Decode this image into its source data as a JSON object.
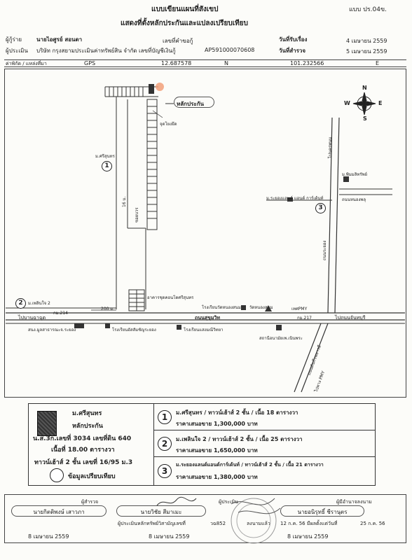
{
  "header": {
    "title1": "แบบเขียนแผนที่สังเขป",
    "title2": "แสดงที่ตั้งหลักประกันและแปลงเปรียบเทียบ",
    "form_code": "แบบ ปร.04ข.",
    "borrower_label": "ผู้กู้ร่าย",
    "borrower_name": "นายไอศูรย์ สอนดา",
    "request_no_label": "เลขที่คำขอกู้",
    "request_no_value": "",
    "receive_date_label": "วันที่รับเรื่อง",
    "receive_date_value": "4 เมษายน 2559",
    "appraiser_label": "ผู้ประเมิน",
    "appraiser_company": "บริษัท กรุงสยามประเมินค่าทรัพย์สิน จำกัด เลขที่บัญชีเงินกู้",
    "account_no": "AP591000070608",
    "survey_date_label": "วันที่สำรวจ",
    "survey_date_value": "5 เมษายน 2559"
  },
  "gps": {
    "label": "ค่าพิกัด / แหล่งที่มา",
    "source": "GPS",
    "lat": "12.687578",
    "lat_dir": "N",
    "lon": "101.232566",
    "lon_dir": "E"
  },
  "map": {
    "collateral_label": "หลักประกัน",
    "dead_end_label": "จุดโยงยึด",
    "sisunthon_label": "ม.ศรีสุนทร",
    "road_label_1": "ซอยบวร",
    "road_16m": "16 ม.",
    "plean_label": "ม.เพลินใจ 2",
    "km_label": "กม.214",
    "dist_200": "200 ม.",
    "sukhumvit_label": "ถนนสุขุมวิท",
    "temple_school": "โรงเรียนวัดหนองสนม",
    "temple": "วัดหนองสนม",
    "mukkaew_label": "อาคารชุดคอนโดศรีสุนทร",
    "pmy_label": "เทศPMY",
    "km217": "กม.217",
    "to_sattahip": "ไปบานฉาฉุด",
    "to_ban_chang": "ไปถนนจันทบุรี",
    "city_office": "สนง.มูลสาธารณะจ.ระยอง",
    "school1": "โรงเรียนอัสสัมชัญระยอง",
    "school2": "โรงเรียนแสงมณีวิทยา",
    "clinic": "สถานีอนามัยเพ.เนินพระ",
    "rayong_land": "ม.ระยองแลนด์ แอนด์ การ์เด้นท์",
    "thai_road": "ไปนครพนม",
    "nong_pla_dook": "ถนนหนองพลุ",
    "soi_label": "ถนนระยอง",
    "mu_ban_right": "ม.พิมมลิทรัพย์",
    "to_pmy": "ไปทาง PMY",
    "route_label": "ถนนตันก๊วนบารมี",
    "circles": [
      "1",
      "2",
      "3"
    ],
    "compass": {
      "n": "N",
      "s": "S",
      "e": "E",
      "w": "W"
    }
  },
  "legend": {
    "subject_name": "ม.ศรีสุนทร",
    "subject_label": "หลักประกัน",
    "deed_line": "น.ส.3ก.เลขที่ 3034 เลขที่ดิน 640",
    "area_line": "เนื้อที่ 18.00 ตารางวา",
    "house_line": "ทาวน์เฮ้าส์ 2 ชั้น เลขที่ 16/95 ม.3",
    "compare_label": "ข้อมูลเปรียบเทียบ",
    "comparisons": [
      {
        "num": "1",
        "title": "ม.ศรีสุนทร / ทาวน์เฮ้าส์ 2 ชั้น / เนื้อ 18 ตารางวา",
        "price": "ราคาเสนอขาย 1,300,000 บาท"
      },
      {
        "num": "2",
        "title": "ม.เพลินใจ 2 / ทาวน์เฮ้าส์ 2 ชั้น / เนื้อ 25 ตารางวา",
        "price": "ราคาเสนอขาย 1,650,000 บาท"
      },
      {
        "num": "3",
        "title": "ม.ระยองแลนด์แอนด์การ์เด้นท์ / ทาวน์เฮ้าส์ 2 ชั้น / เนื้อ 21 ตารางวา",
        "price": "ราคาเสนอขาย 1,380,000 บาท"
      }
    ]
  },
  "signatures": {
    "surveyor_label": "ผู้สำรวจ",
    "surveyor_name": "นายกิตติพงษ์ เสาวภา",
    "surveyor_date": "8 เมษายน 2559",
    "reviewer_name": "นายวิชัย สีมาเมะ",
    "reviewer_role": "ผู้ประเมินหลักทรัพย์วิสามัญเลขที่",
    "reviewer_no": "วฉ852",
    "reviewer_date": "8 เมษายน 2559",
    "checker_label": "ผู้ประเมิน",
    "checker_name": "นายอนิรุทธิ์ ชีรานุตร",
    "checker_meta": "ลงนามแล้ว",
    "checker_date1": "12 ก.ค. 56",
    "checker_note": "มีผลตั้งแต่วันที่",
    "checker_date2": "25 ก.ค. 56",
    "checker_date": "8 เมษายน 2559",
    "approver_label": "ผู้มีอำนาจลงนาม"
  }
}
